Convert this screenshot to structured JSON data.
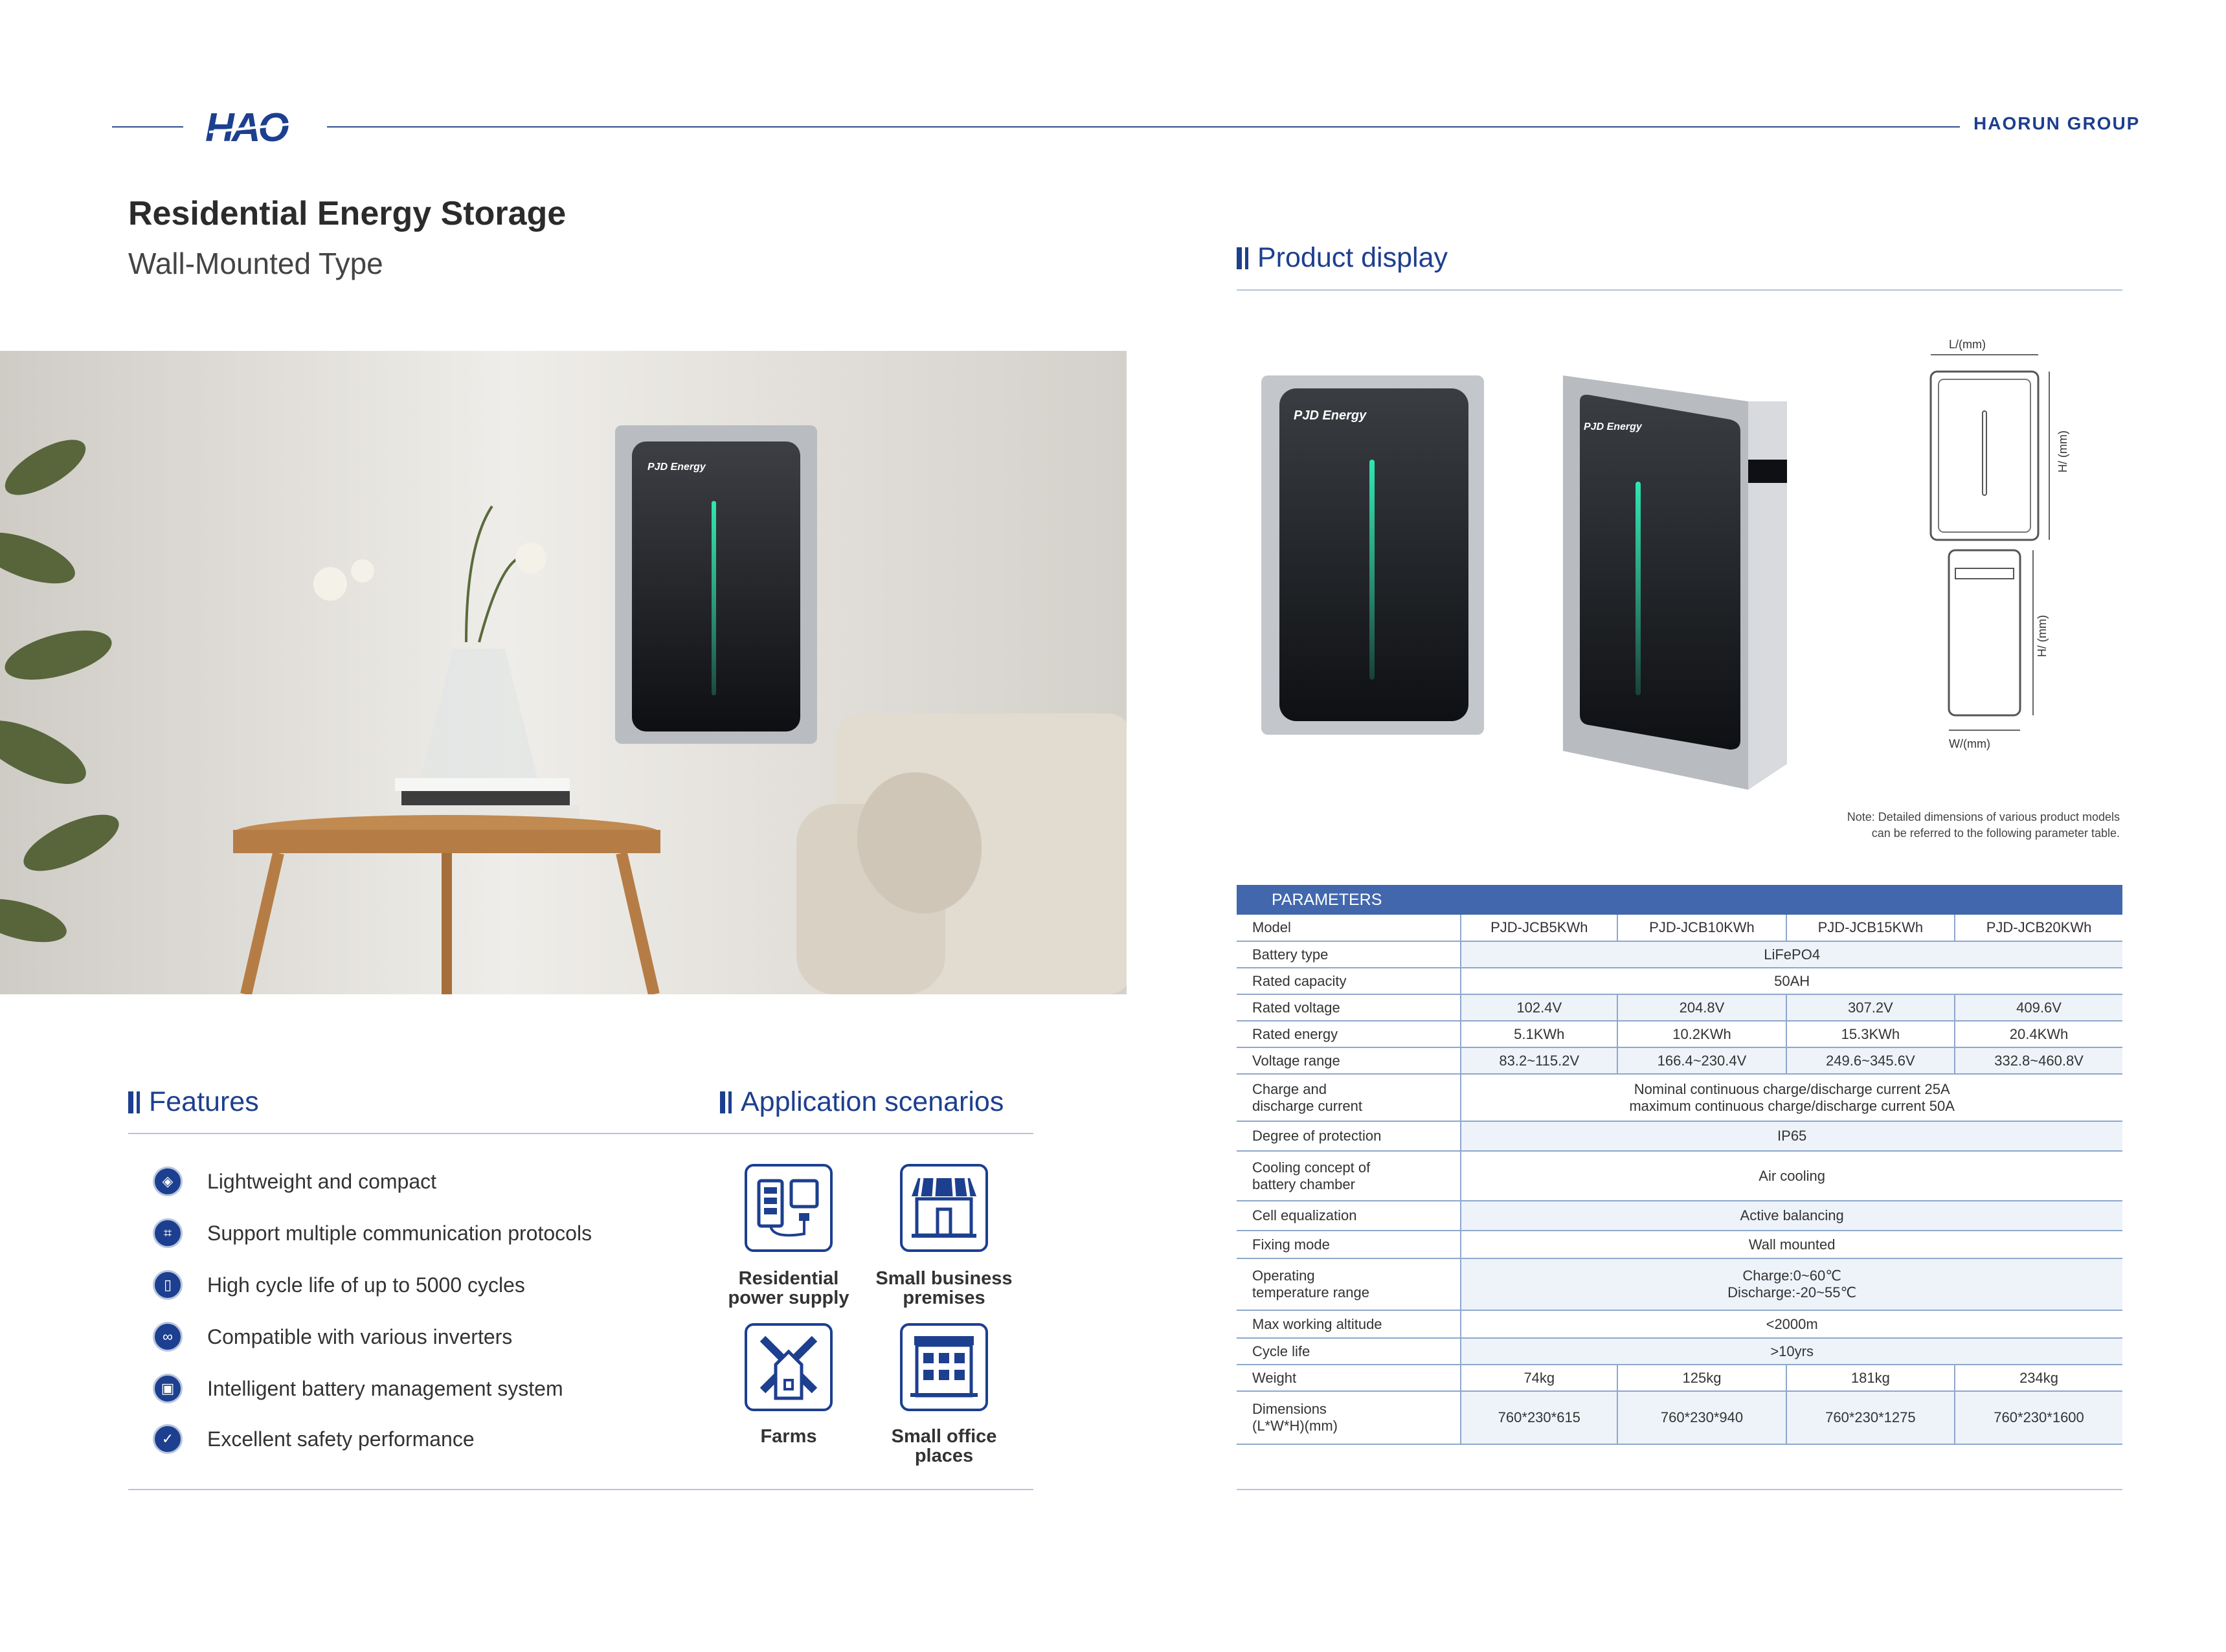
{
  "header": {
    "logo_text": "HAO",
    "group_name": "HAORUN  GROUP"
  },
  "title": {
    "main": "Residential Energy Storage",
    "sub": "Wall-Mounted Type"
  },
  "photo": {
    "brand_badge": "PJD Energy"
  },
  "features": {
    "heading": "Features",
    "items": [
      {
        "text": "Lightweight and compact",
        "icon": "cube-icon"
      },
      {
        "text": "Support multiple communication protocols",
        "icon": "network-icon"
      },
      {
        "text": "High cycle life of up to 5000 cycles",
        "icon": "battery-icon"
      },
      {
        "text": "Compatible with various inverters",
        "icon": "link-icon"
      },
      {
        "text": "Intelligent battery management system",
        "icon": "chip-icon"
      },
      {
        "text": "Excellent safety performance",
        "icon": "shield-icon"
      }
    ]
  },
  "applications": {
    "heading": "Application scenarios",
    "items": [
      {
        "label_1": "Residential",
        "label_2": "power supply",
        "icon": "battery-plug-icon"
      },
      {
        "label_1": "Small business",
        "label_2": "premises",
        "icon": "shop-icon"
      },
      {
        "label_1": "Farms",
        "label_2": "",
        "icon": "windmill-icon"
      },
      {
        "label_1": "Small office",
        "label_2": "places",
        "icon": "office-building-icon"
      }
    ]
  },
  "product": {
    "heading": "Product display",
    "brand_badge": "PJD Energy",
    "dim_length": "L/(mm)",
    "dim_height": "H/ (mm)",
    "dim_height_2": "H/ (mm)",
    "dim_width": "W/(mm)",
    "note_1": "Note: Detailed dimensions of various product models",
    "note_2": "can be referred to the following parameter table."
  },
  "parameters": {
    "title": "PARAMETERS",
    "model_label": "Model",
    "models": [
      "PJD-JCB5KWh",
      "PJD-JCB10KWh",
      "PJD-JCB15KWh",
      "PJD-JCB20KWh"
    ],
    "battery_type": {
      "label": "Battery type",
      "value": "LiFePO4"
    },
    "rated_capacity": {
      "label": "Rated capacity",
      "value": "50AH"
    },
    "rated_voltage": {
      "label": "Rated voltage",
      "values": [
        "102.4V",
        "204.8V",
        "307.2V",
        "409.6V"
      ]
    },
    "rated_energy": {
      "label": "Rated energy",
      "values": [
        "5.1KWh",
        "10.2KWh",
        "15.3KWh",
        "20.4KWh"
      ]
    },
    "voltage_range": {
      "label": "Voltage range",
      "values": [
        "83.2~115.2V",
        "166.4~230.4V",
        "249.6~345.6V",
        "332.8~460.8V"
      ]
    },
    "charge_current": {
      "label_1": "Charge and",
      "label_2": "discharge current",
      "value_1": "Nominal continuous charge/discharge current 25A",
      "value_2": "maximum continuous charge/discharge current 50A"
    },
    "protection": {
      "label": "Degree of protection",
      "value": "IP65"
    },
    "cooling": {
      "label_1": "Cooling concept of",
      "label_2": "battery chamber",
      "value": "Air cooling"
    },
    "cell_eq": {
      "label": "Cell equalization",
      "value": "Active balancing"
    },
    "fixing": {
      "label": "Fixing mode",
      "value": "Wall mounted"
    },
    "op_temp": {
      "label_1": "Operating",
      "label_2": "temperature range",
      "value_1": "Charge:0~60℃",
      "value_2": "Discharge:-20~55℃"
    },
    "altitude": {
      "label": "Max working altitude",
      "value": "<2000m"
    },
    "cycle_life": {
      "label": "Cycle life",
      "value": ">10yrs"
    },
    "weight": {
      "label": "Weight",
      "values": [
        "74kg",
        "125kg",
        "181kg",
        "234kg"
      ]
    },
    "dimensions": {
      "label_1": "Dimensions",
      "label_2": "(L*W*H)(mm)",
      "values": [
        "760*230*615",
        "760*230*940",
        "760*230*1275",
        "760*230*1600"
      ]
    }
  },
  "colors": {
    "brand_blue": "#1d3f8f",
    "table_header": "#4267ad",
    "led_green": "#2fe6b0"
  }
}
